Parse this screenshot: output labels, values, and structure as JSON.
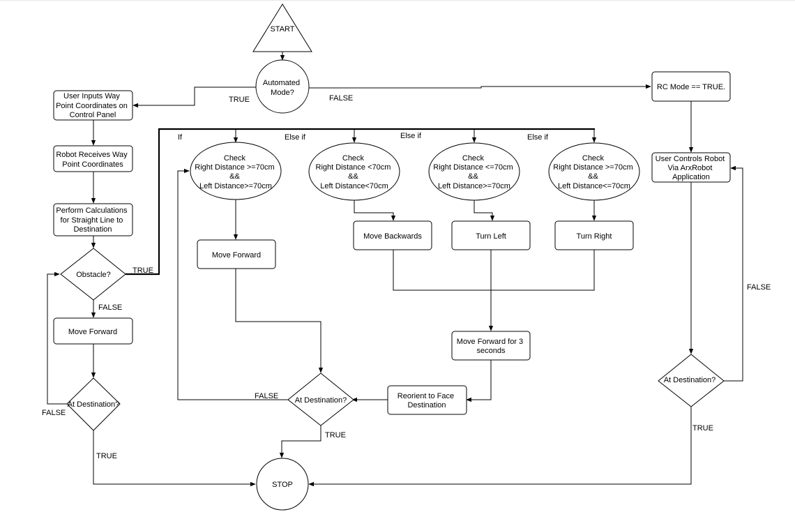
{
  "nodes": {
    "start": "START",
    "automated_mode": [
      "Automated",
      "Mode?"
    ],
    "user_inputs": [
      "User Inputs Way",
      "Point Coordinates on",
      "Control Panel"
    ],
    "robot_receives": [
      "Robot Receives Way",
      "Point Coordinates"
    ],
    "perform_calc": [
      "Perform Calculations",
      "for Straight Line to",
      "Destination"
    ],
    "obstacle": "Obstacle?",
    "move_forward_left": "Move Forward",
    "at_destination_left": "At Destination?",
    "check_1": [
      "Check",
      "Right Distance >=70cm",
      "&&",
      "Left Distance>=70cm"
    ],
    "check_2": [
      "Check",
      "Right Distance <70cm",
      "&&",
      "Left Distance<70cm"
    ],
    "check_3": [
      "Check",
      "Right Distance <=70cm",
      "&&",
      "Left Distance>=70cm"
    ],
    "check_4": [
      "Check",
      "Right Distance >=70cm",
      "&&",
      "Left Distance<=70cm"
    ],
    "move_forward_mid": "Move Forward",
    "move_backwards": "Move Backwards",
    "turn_left": "Turn Left",
    "turn_right": "Turn Right",
    "move_forward_3": [
      "Move Forward for 3",
      "seconds"
    ],
    "reorient": [
      "Reorient to Face",
      "Destination"
    ],
    "at_destination_mid": "At Destination?",
    "stop": "STOP",
    "rc_mode": "RC Mode == TRUE.",
    "user_controls": [
      "User Controls Robot",
      "Via ArxRobot",
      "Application"
    ],
    "at_destination_right": "At Destination?"
  },
  "edge_labels": {
    "true_automated": "TRUE",
    "false_automated": "FALSE",
    "true_obstacle": "TRUE",
    "false_obstacle": "FALSE",
    "false_dest_left": "FALSE",
    "true_dest_left": "TRUE",
    "false_dest_mid": "FALSE",
    "true_dest_mid": "TRUE",
    "false_dest_right": "FALSE",
    "true_dest_right": "TRUE",
    "branch_if": "If",
    "branch_else_if_1": "Else if",
    "branch_else_if_2": "Else if",
    "branch_else_if_3": "Else if"
  }
}
